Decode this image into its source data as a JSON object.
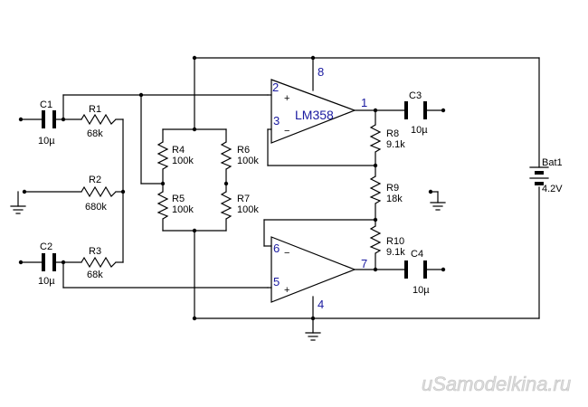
{
  "components": {
    "C1": {
      "name": "C1",
      "value": "10µ"
    },
    "C2": {
      "name": "C2",
      "value": "10µ"
    },
    "C3": {
      "name": "C3",
      "value": "10µ"
    },
    "C4": {
      "name": "C4",
      "value": "10µ"
    },
    "R1": {
      "name": "R1",
      "value": "68k"
    },
    "R2": {
      "name": "R2",
      "value": "680k"
    },
    "R3": {
      "name": "R3",
      "value": "68k"
    },
    "R4": {
      "name": "R4",
      "value": "100k"
    },
    "R5": {
      "name": "R5",
      "value": "100k"
    },
    "R6": {
      "name": "R6",
      "value": "100k"
    },
    "R7": {
      "name": "R7",
      "value": "100k"
    },
    "R8": {
      "name": "R8",
      "value": "9.1k"
    },
    "R9": {
      "name": "R9",
      "value": "18k"
    },
    "R10": {
      "name": "R10",
      "value": "9.1k"
    },
    "Bat1": {
      "name": "Bat1",
      "value": "4.2V"
    }
  },
  "opamp": {
    "name": "LM358",
    "pins": {
      "p1": "1",
      "p2": "2",
      "p3": "3",
      "p4": "4",
      "p5": "5",
      "p6": "6",
      "p7": "7",
      "p8": "8"
    }
  },
  "signs": {
    "plus": "+",
    "minus": "−"
  },
  "watermark": "uSamodelkina.ru"
}
